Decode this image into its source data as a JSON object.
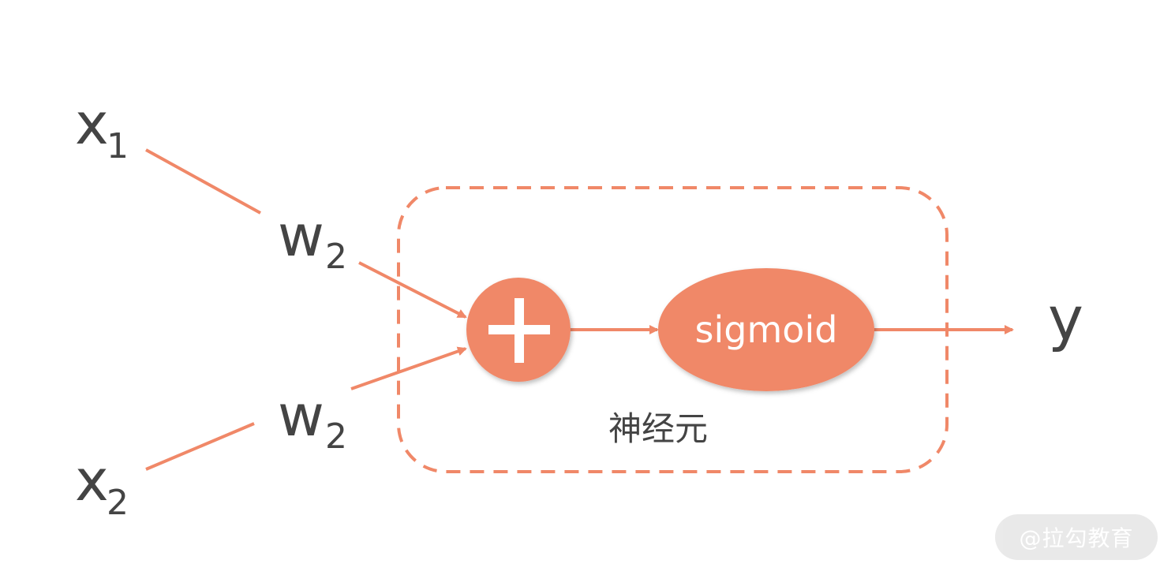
{
  "inputs": {
    "x1": {
      "base": "x",
      "sub": "1"
    },
    "x2": {
      "base": "x",
      "sub": "2"
    }
  },
  "weights": {
    "w_top": {
      "base": "w",
      "sub": "2"
    },
    "w_bottom": {
      "base": "w",
      "sub": "2"
    }
  },
  "neuron": {
    "sum_symbol": "+",
    "activation": "sigmoid",
    "label": "神经元"
  },
  "output": {
    "label": "y"
  },
  "watermark": "@拉勾教育",
  "colors": {
    "accent": "#f08868",
    "text": "#444444",
    "watermark_bg": "#e6e6e6"
  }
}
